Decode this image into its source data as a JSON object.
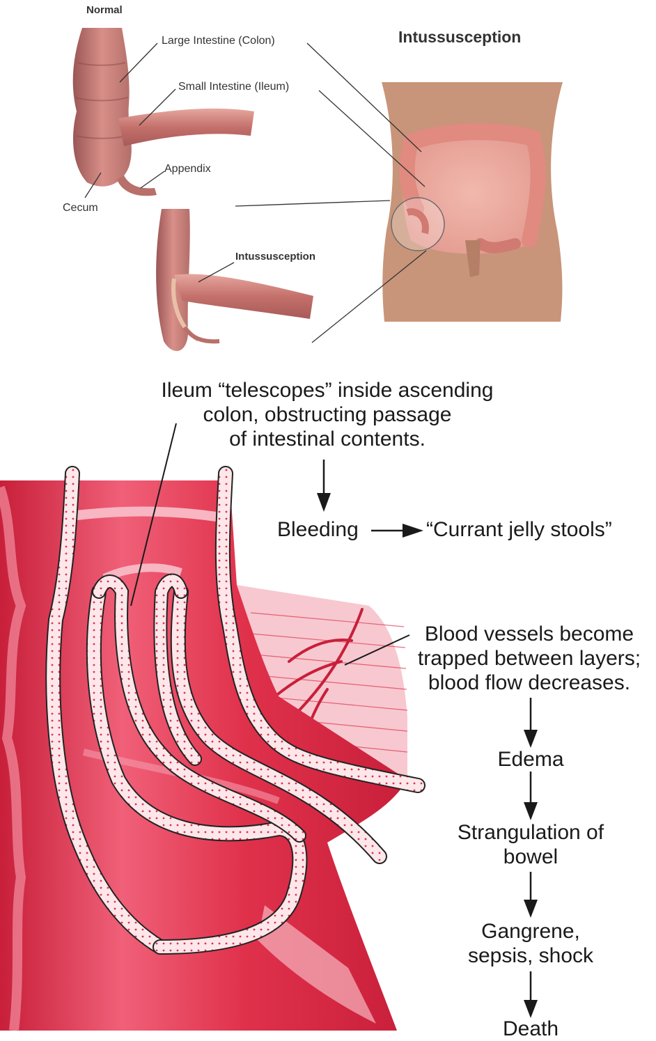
{
  "top": {
    "normal_label": "Normal",
    "large_intestine_label": "Large Intestine (Colon)",
    "small_intestine_label": "Small Intestine (Ileum)",
    "appendix_label": "Appendix",
    "cecum_label": "Cecum",
    "intussusception_inset_label": "Intussusception",
    "intussusception_title": "Intussusception"
  },
  "bottom": {
    "ileum_text_1": "Ileum “telescopes” inside ascending",
    "ileum_text_2": "colon, obstructing passage",
    "ileum_text_3": "of intestinal contents.",
    "bleeding": "Bleeding",
    "currant_jelly": "“Currant jelly stools”",
    "blood_vessels_1": "Blood vessels become",
    "blood_vessels_2": "trapped between layers;",
    "blood_vessels_3": "blood flow decreases.",
    "edema": "Edema",
    "strangulation_1": "Strangulation of",
    "strangulation_2": "bowel",
    "gangrene_1": "Gangrene,",
    "gangrene_2": "sepsis, shock",
    "death": "Death"
  },
  "colors": {
    "skin": "#c8957a",
    "intestine": "#e8a0a0",
    "intestine_dark": "#b86a6a",
    "bowel_red": "#e0314b",
    "bowel_light": "#f3a7b3",
    "mesentery": "#f7c8d0"
  }
}
